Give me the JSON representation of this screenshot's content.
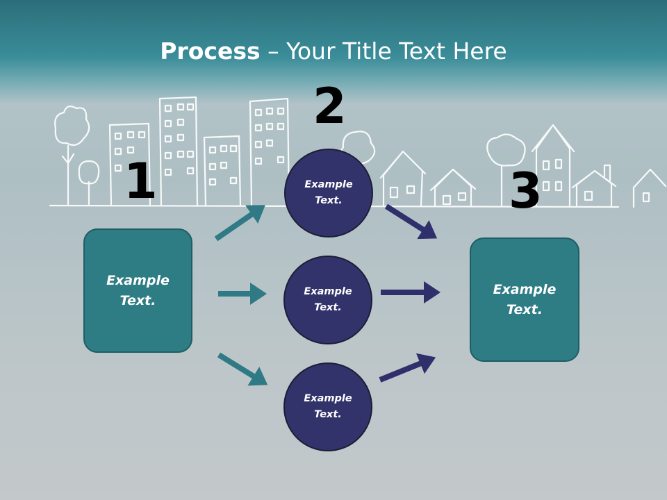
{
  "title": {
    "bold": "Process",
    "rest": " – Your Title Text Here"
  },
  "steps": [
    "1",
    "2",
    "3"
  ],
  "left_box": {
    "text": "Example\nText."
  },
  "right_box": {
    "text": "Example\nText."
  },
  "circles": [
    {
      "text": "Example\nText."
    },
    {
      "text": "Example\nText."
    },
    {
      "text": "Example\nText."
    }
  ],
  "colors": {
    "teal_box": "#2e7c84",
    "navy_circle": "#33336b",
    "teal_arrow": "#2f7a84",
    "navy_arrow": "#2f2f6b"
  }
}
